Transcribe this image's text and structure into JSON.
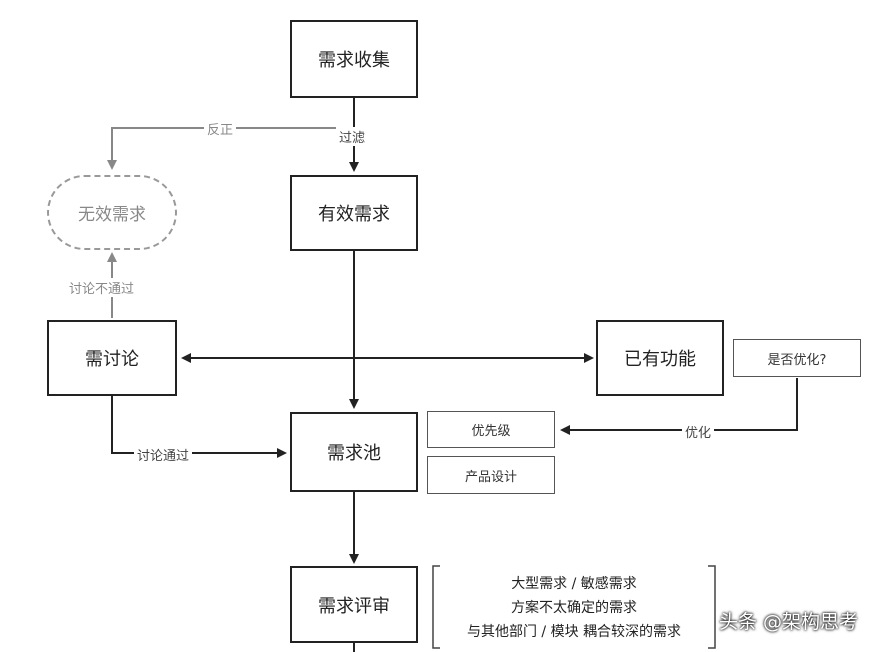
{
  "nodes": {
    "collect": "需求收集",
    "valid": "有效需求",
    "invalid": "无效需求",
    "discuss": "需讨论",
    "existing": "已有功能",
    "pool": "需求池",
    "review": "需求评审"
  },
  "tags": {
    "optimize_question": "是否优化?",
    "priority": "优先级",
    "product_design": "产品设计"
  },
  "edge_labels": {
    "return": "反正",
    "filter": "过滤",
    "discuss_fail": "讨论不通过",
    "discuss_pass": "讨论通过",
    "optimize": "优化"
  },
  "review_notes": [
    "大型需求 / 敏感需求",
    "方案不太确定的需求",
    "与其他部门 / 模块 耦合较深的需求"
  ],
  "watermark": "头条 @架构思考"
}
